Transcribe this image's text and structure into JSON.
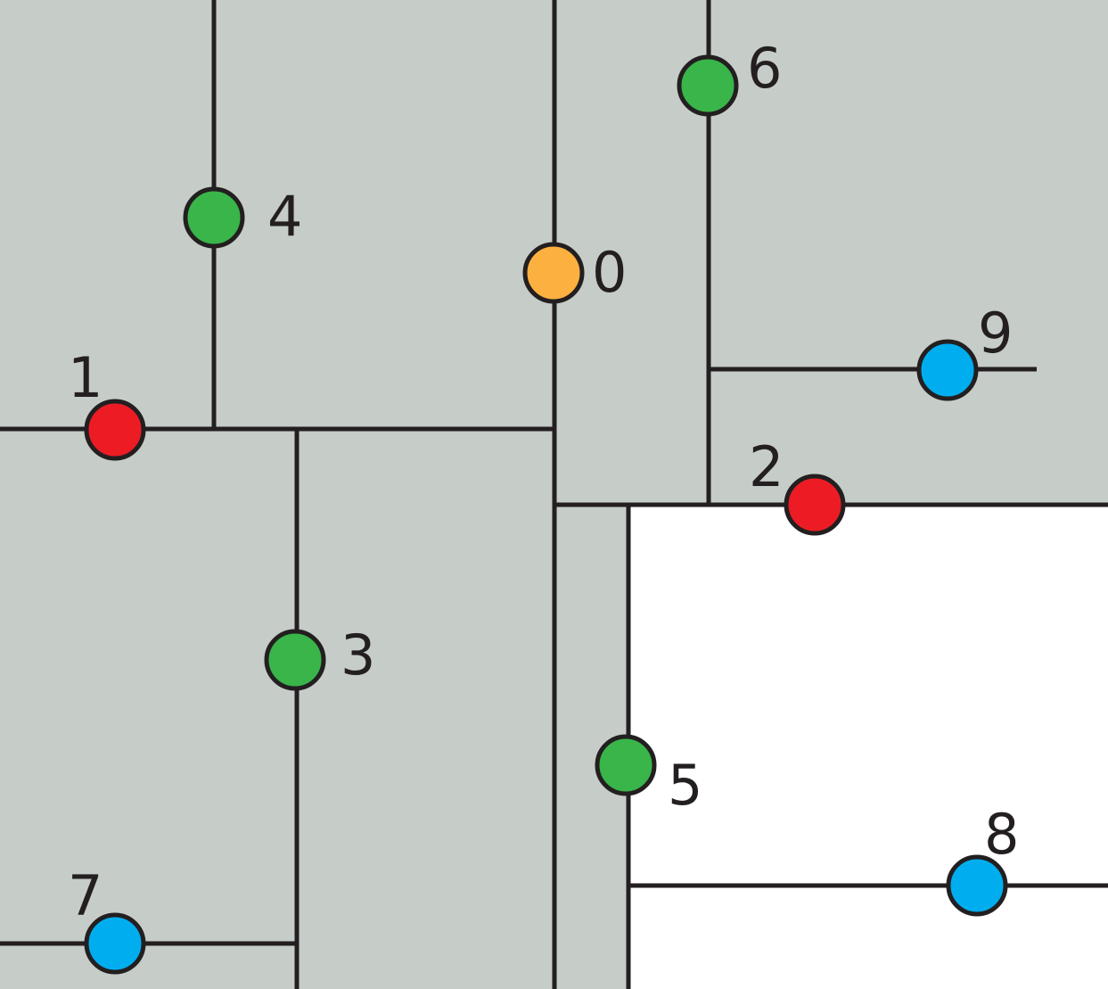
{
  "colors": {
    "region": "#c6ccc7",
    "line": "#231f20",
    "orange": "#fbb040",
    "red": "#ed1c24",
    "green": "#39b54a",
    "blue": "#00aeef"
  },
  "nodes": [
    {
      "id": "0",
      "label": "0",
      "color": "orange"
    },
    {
      "id": "1",
      "label": "1",
      "color": "red"
    },
    {
      "id": "2",
      "label": "2",
      "color": "red"
    },
    {
      "id": "3",
      "label": "3",
      "color": "green"
    },
    {
      "id": "4",
      "label": "4",
      "color": "green"
    },
    {
      "id": "5",
      "label": "5",
      "color": "green"
    },
    {
      "id": "6",
      "label": "6",
      "color": "green"
    },
    {
      "id": "7",
      "label": "7",
      "color": "blue"
    },
    {
      "id": "8",
      "label": "8",
      "color": "blue"
    },
    {
      "id": "9",
      "label": "9",
      "color": "blue"
    }
  ]
}
